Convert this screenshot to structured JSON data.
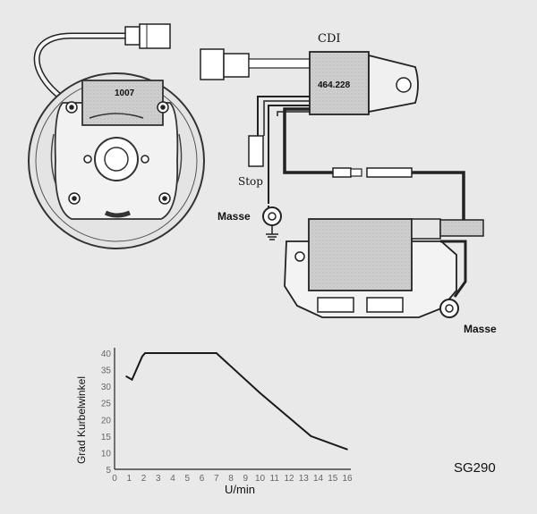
{
  "labels": {
    "stator_number": "1007",
    "cdi_title": "CDI",
    "cdi_part": "464.228",
    "stop": "Stop",
    "masse_upper": "Masse",
    "masse_lower": "Masse",
    "model": "SG290"
  },
  "chart_data": {
    "type": "line",
    "xlabel": "U/min",
    "ylabel": "Grad Kurbelwinkel",
    "xlim": [
      0,
      16
    ],
    "ylim": [
      5,
      40
    ],
    "xticks": [
      "0",
      "1",
      "2",
      "3",
      "4",
      "5",
      "6",
      "7",
      "8",
      "9",
      "10",
      "11",
      "12",
      "13",
      "14",
      "15",
      "16"
    ],
    "yticks": [
      "5",
      "10",
      "15",
      "20",
      "25",
      "30",
      "35",
      "40"
    ],
    "series": [
      {
        "x": [
          0.8,
          1.2,
          1.9,
          2.1,
          5.5,
          7.0,
          10.0,
          13.5,
          16.0
        ],
        "y": [
          33,
          32,
          39,
          40,
          40,
          40,
          28,
          15,
          11
        ]
      }
    ]
  }
}
